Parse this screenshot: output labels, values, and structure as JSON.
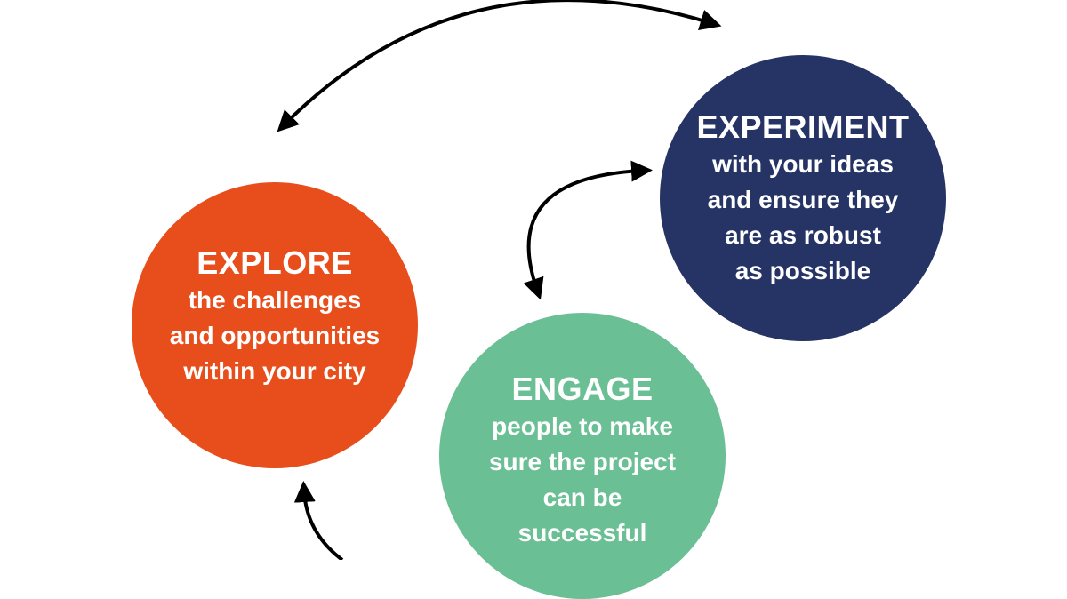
{
  "stages": {
    "explore": {
      "title": "EXPLORE",
      "lines": [
        "the challenges",
        "and opportunities",
        "within your city"
      ],
      "color": "#E84E1B"
    },
    "experiment": {
      "title": "EXPERIMENT",
      "lines": [
        "with your ideas",
        "and ensure they",
        "are as robust",
        "as possible"
      ],
      "color": "#253465"
    },
    "engage": {
      "title": "ENGAGE",
      "lines": [
        "people to make",
        "sure the project",
        "can be",
        "successful"
      ],
      "color": "#6BBF94"
    }
  },
  "arrow_color": "#000000"
}
